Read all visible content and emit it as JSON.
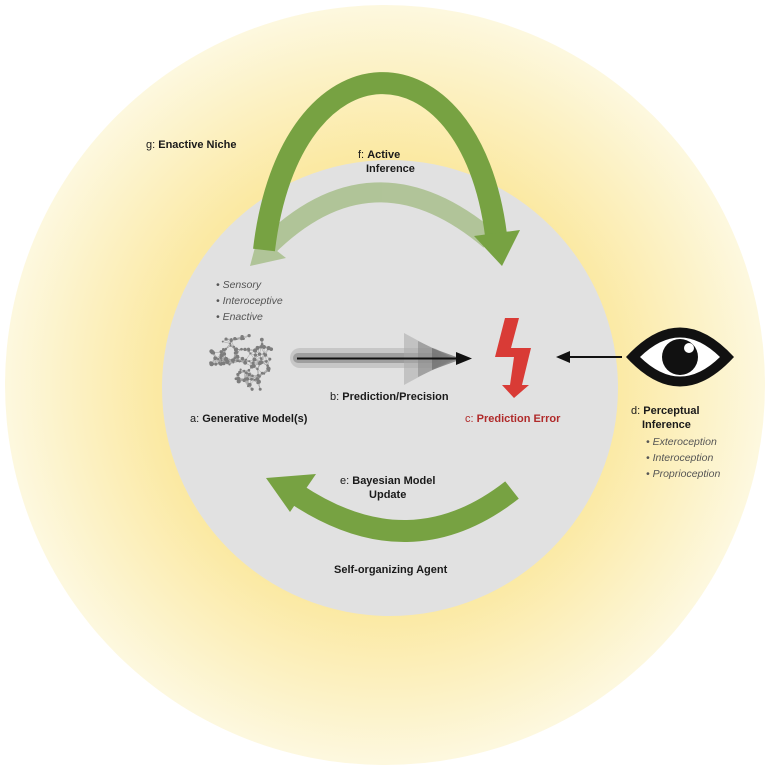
{
  "labels": {
    "niche": {
      "prefix": "g:",
      "name": "Enactive Niche"
    },
    "active": {
      "prefix": "f:",
      "line1": "Active",
      "line2": "Inference"
    },
    "gen": {
      "prefix": "a:",
      "name": "Generative Model(s)"
    },
    "pred": {
      "prefix": "b:",
      "name": "Prediction/Precision"
    },
    "error": {
      "prefix": "c:",
      "name": "Prediction Error"
    },
    "percept": {
      "prefix": "d:",
      "line1": "Perceptual",
      "line2": "Inference"
    },
    "update": {
      "prefix": "e:",
      "line1": "Bayesian Model",
      "line2": "Update"
    },
    "agent": "Self-organizing Agent"
  },
  "model_types": [
    "• Sensory",
    "• Interoceptive",
    "• Enactive"
  ],
  "perception_types": [
    "• Exteroception",
    "• Interoception",
    "• Proprioception"
  ],
  "icons": {
    "brain": "brain-icon",
    "eye": "eye-icon",
    "bolt": "lightning-bolt-icon"
  },
  "colors": {
    "niche_inner": "#fbe9a3",
    "niche_outer": "#fdf8df",
    "agent": "#e1e1e1",
    "green_arrow": "#77a242",
    "error": "#d93b36",
    "error_text": "#b02a2a",
    "dark": "#111111"
  }
}
